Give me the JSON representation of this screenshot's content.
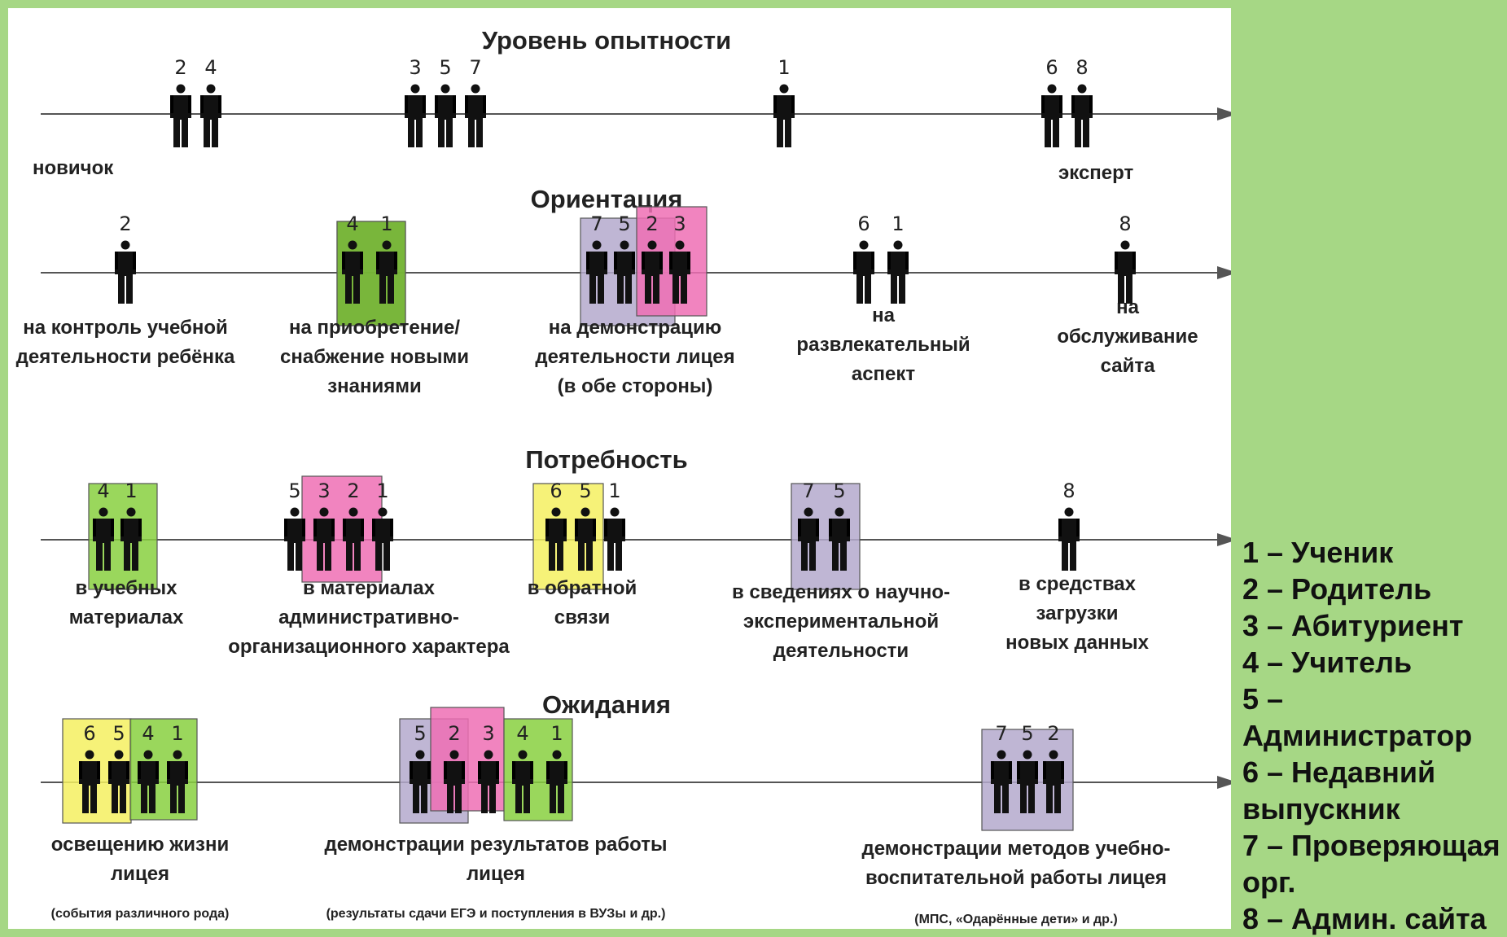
{
  "sections": [
    {
      "title": "Уровень опытности",
      "axis_start": "новичок",
      "axis_end": "эксперт"
    },
    {
      "title": "Ориентация"
    },
    {
      "title": "Потребность"
    },
    {
      "title": "Ожидания"
    }
  ],
  "groups": [
    {
      "section": 0,
      "persons": [
        "2",
        "4"
      ]
    },
    {
      "section": 0,
      "persons": [
        "3",
        "5",
        "7"
      ]
    },
    {
      "section": 0,
      "persons": [
        "1"
      ]
    },
    {
      "section": 0,
      "persons": [
        "6",
        "8"
      ]
    },
    {
      "section": 1,
      "persons": [
        "2"
      ],
      "caption": [
        "на контроль учебной",
        "деятельности ребёнка"
      ]
    },
    {
      "section": 1,
      "persons": [
        "4",
        "1"
      ],
      "highlight": "#88d040",
      "caption": [
        "на приобретение/",
        "снабжение новыми",
        "знаниями"
      ]
    },
    {
      "section": 1,
      "persons": [
        "7",
        "5",
        "2",
        "3"
      ],
      "highlight": [
        "#b4a9cc",
        "#ee6fb4"
      ],
      "caption": [
        "на демонстрацию",
        "деятельности лицея",
        "(в  обе стороны)"
      ]
    },
    {
      "section": 1,
      "persons": [
        "6",
        "1"
      ],
      "caption": [
        "на",
        "развлекательный",
        "аспект"
      ]
    },
    {
      "section": 1,
      "persons": [
        "8"
      ],
      "caption": [
        "на",
        "обслуживание",
        "сайта"
      ]
    },
    {
      "section": 2,
      "persons": [
        "4",
        "1"
      ],
      "highlight": "#88d040",
      "caption": [
        "в учебных",
        "материалах"
      ]
    },
    {
      "section": 2,
      "persons": [
        "5",
        "3",
        "2",
        "1"
      ],
      "highlight": "#ee6fb4",
      "caption": [
        "в материалах",
        "административно-",
        "организационного характера"
      ]
    },
    {
      "section": 2,
      "persons": [
        "6",
        "5",
        "1"
      ],
      "highlight": "#f5f060",
      "caption": [
        "в обратной",
        "связи"
      ]
    },
    {
      "section": 2,
      "persons": [
        "7",
        "5"
      ],
      "highlight": "#b4a9cc",
      "caption": [
        "в сведениях о научно-",
        "экспериментальной",
        "деятельности"
      ]
    },
    {
      "section": 2,
      "persons": [
        "8"
      ],
      "caption": [
        "в средствах",
        "загрузки",
        "новых данных"
      ]
    },
    {
      "section": 3,
      "persons": [
        "6",
        "5",
        "4",
        "1"
      ],
      "highlight": [
        "#f5f060",
        "#88d040"
      ],
      "caption": [
        "освещению жизни",
        "лицея"
      ],
      "note": "(события различного рода)"
    },
    {
      "section": 3,
      "persons": [
        "5",
        "2",
        "3",
        "4",
        "1"
      ],
      "highlight": [
        "#b4a9cc",
        "#ee6fb4",
        "#88d040"
      ],
      "caption": [
        "демонстрации результатов работы",
        "лицея"
      ],
      "note": "(результаты сдачи ЕГЭ и поступления в ВУЗы и др.)"
    },
    {
      "section": 3,
      "persons": [
        "7",
        "5",
        "2"
      ],
      "highlight": "#b4a9cc",
      "caption": [
        "демонстрации методов учебно-",
        "воспитательной работы лицея"
      ],
      "note": "(МПС, «Одарённые дети» и др.)"
    }
  ],
  "legend": [
    "1 – Ученик",
    "2 – Родитель",
    "3 – Абитуриент",
    "4 – Учитель",
    "5 –",
    "Администратор",
    "6 – Недавний",
    "выпускник",
    "7 – Проверяющая",
    "орг.",
    "8 – Админ. сайта"
  ]
}
